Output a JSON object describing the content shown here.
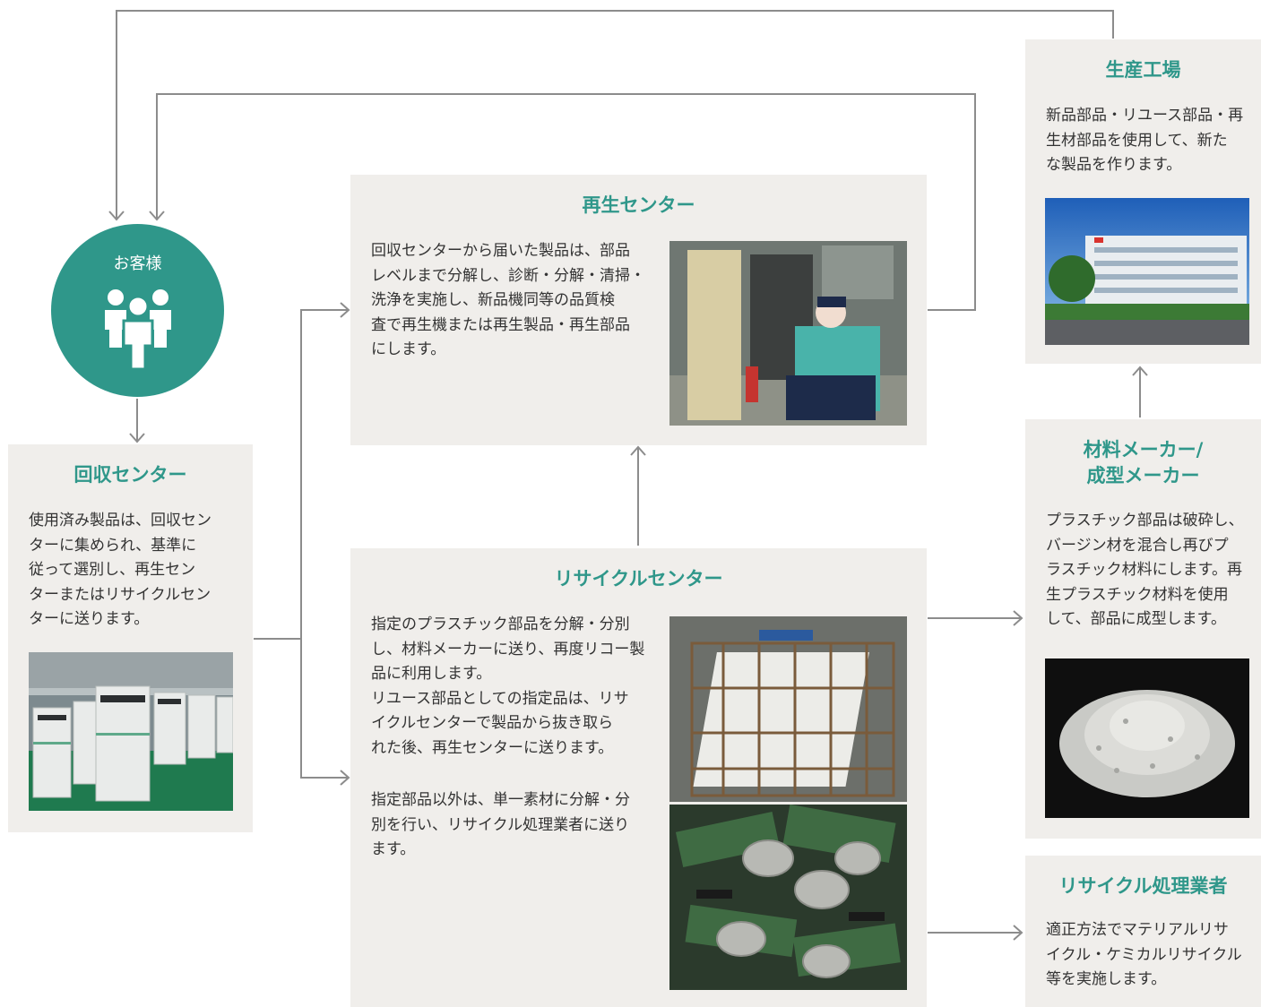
{
  "customer": {
    "label": "お客様",
    "icon": "people-icon"
  },
  "collection_center": {
    "title": "回収センター",
    "text": "使用済み製品は、回収セン\nターに集められ、基準に\n従って選別し、再生セン\nターまたはリサイクルセン\nターに送ります。",
    "photo": "warehouse-copiers-photo"
  },
  "remanufacturing_center": {
    "title": "再生センター",
    "text": "回収センターから届いた製品は、部品\nレベルまで分解し、診断・分解・清掃・\n洗浄を実施し、新品機同等の品質検\n査で再生機または再生製品・再生部品\nにします。",
    "photo": "worker-disassembly-photo"
  },
  "recycling_center": {
    "title": "リサイクルセンター",
    "text_1": "指定のプラスチック部品を分解・分別\nし、材料メーカーに送り、再度リコー製\n品に利用します。\nリユース部品としての指定品は、リサ\nイクルセンターで製品から抜き取ら\nれた後、再生センターに送ります。",
    "text_2": "指定部品以外は、単一素材に分解・分\n別を行い、リサイクル処理業者に送り\nます。",
    "photo_top": "plastic-parts-cage-photo",
    "photo_bottom": "circuit-boards-photo"
  },
  "factory": {
    "title": "生産工場",
    "text": "新品部品・リユース部品・再\n生材部品を使用して、新た\nな製品を作ります。",
    "photo": "factory-building-photo"
  },
  "material_maker": {
    "title_line1": "材料メーカー/",
    "title_line2": "成型メーカー",
    "text": "プラスチック部品は破砕し、\nバージン材を混合し再びプ\nラスチック材料にします。再\n生プラスチック材料を使用\nして、部品に成型します。",
    "photo": "plastic-pellets-photo"
  },
  "recycling_processor": {
    "title": "リサイクル処理業者",
    "text": "適正方法でマテリアルリサ\nイクル・ケミカルリサイクル\n等を実施します。"
  },
  "colors": {
    "accent": "#2f978a",
    "box_background": "#f0eeeb",
    "connector": "#8c8c8c"
  }
}
